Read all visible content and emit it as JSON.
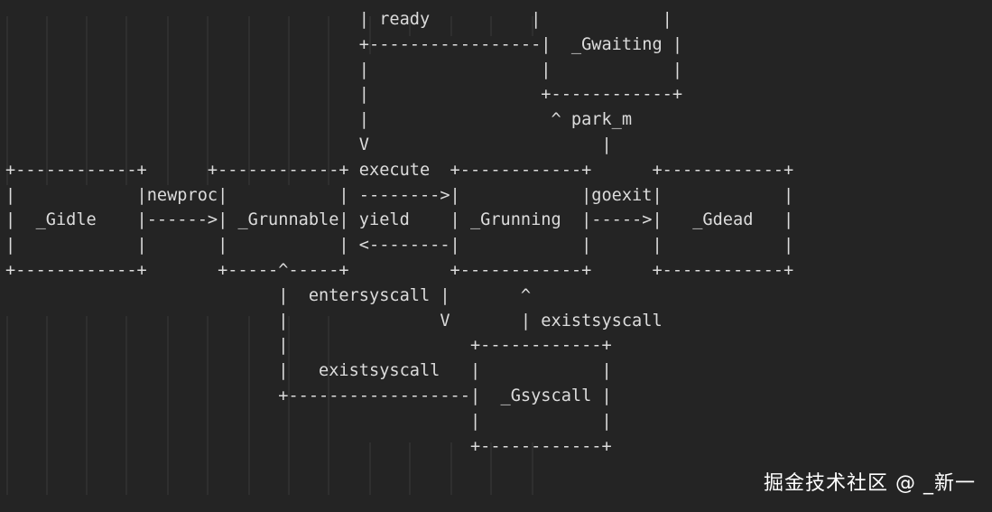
{
  "diagram": {
    "lines": [
      "                                   | ready          |            |",
      "                                   +-----------------|  _Gwaiting |",
      "                                   |                 |            |",
      "                                   |                 +------------+",
      "                                   |                  ^ park_m",
      "                                   V                       |",
      "+------------+      +------------+ execute  +------------+      +------------+",
      "|            |newproc|           | -------->|            |goexit|            |",
      "|  _Gidle    |------>| _Grunnable| yield    | _Grunning  |----->|   _Gdead   |",
      "|            |       |           | <--------|            |      |            |",
      "+------------+       +-----^-----+          +------------+      +------------+",
      "                           |  entersyscall |       ^",
      "                           |               V       | existsyscall",
      "                           |                  +------------+",
      "                           |   existsyscall   |            |",
      "                           +------------------|  _Gsyscall |",
      "                                              |            |",
      "                                              +------------+"
    ]
  },
  "watermark": "掘金技术社区 @ _新一"
}
